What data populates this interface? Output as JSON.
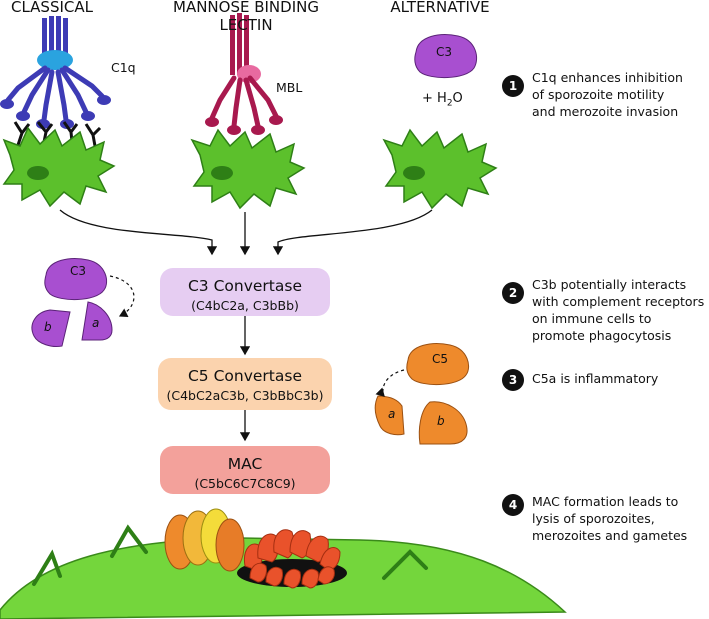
{
  "pathways": {
    "classical": "CLASSICAL",
    "lectin_line1": "MANNOSE BINDING",
    "lectin_line2": "LECTIN",
    "alternative": "ALTERNATIVE"
  },
  "labels": {
    "c1q": "C1q",
    "mbl": "MBL",
    "c3_top": "C3",
    "h2o_prefix": "+ H",
    "h2o_sub": "2",
    "h2o_suffix": "O",
    "c3_left": "C3",
    "piece_b": "b",
    "piece_a": "a",
    "c5_right": "C5",
    "piece_a2": "a",
    "piece_b2": "b"
  },
  "boxes": {
    "c3": {
      "title": "C3 Convertase",
      "sub": "(C4bC2a, C3bBb)"
    },
    "c5": {
      "title": "C5 Convertase",
      "sub": "(C4bC2aC3b, C3bBbC3b)"
    },
    "mac": {
      "title": "MAC",
      "sub": "(C5bC6C7C8C9)"
    }
  },
  "notes": [
    {
      "num": "1",
      "lines": [
        "C1q enhances inhibition",
        "of sporozoite motility",
        "and merozoite invasion"
      ]
    },
    {
      "num": "2",
      "lines": [
        "C3b potentially interacts",
        "with complement receptors",
        "on immune cells to",
        "promote phagocytosis"
      ]
    },
    {
      "num": "3",
      "lines": [
        "C5a is inflammatory"
      ]
    },
    {
      "num": "4",
      "lines": [
        "MAC formation leads to",
        "lysis of sporozoites,",
        "merozoites and gametes"
      ]
    }
  ],
  "colors": {
    "parasite": "#5cc02c",
    "parasite_dark": "#2e7f16",
    "c1q": "#3d3bb5",
    "c1q_head": "#2aa3df",
    "mbl": "#a8194e",
    "mbl_head": "#e86aa0",
    "c3": "#a84fd0",
    "c5": "#ee8a2c",
    "box_c3": "#e6cdf2",
    "box_c5": "#fbd3ae",
    "box_mac": "#f3a19b",
    "membrane": "#74d63c"
  }
}
